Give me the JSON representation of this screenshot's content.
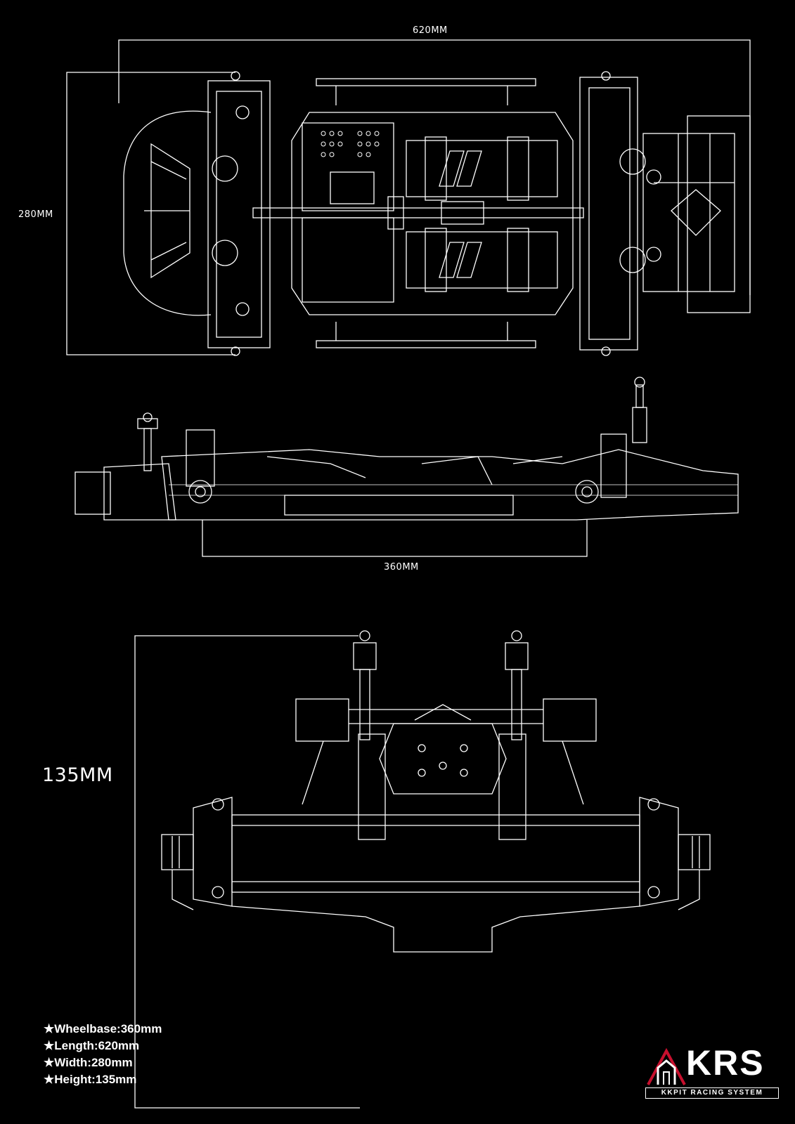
{
  "dimensions": {
    "length_label": "620MM",
    "width_label": "280MM",
    "wheelbase_label": "360MM",
    "height_label": "135MM"
  },
  "specs": [
    "Wheelbase:360mm",
    "Length:620mm",
    "Width:280mm",
    "Height:135mm"
  ],
  "star_glyph": "★",
  "logo": {
    "wordmark": "KRS",
    "tagline": "KKPIT RACING SYSTEM",
    "accent_color": "#c8102e"
  },
  "line_color": "#ffffff",
  "background_color": "#000000"
}
